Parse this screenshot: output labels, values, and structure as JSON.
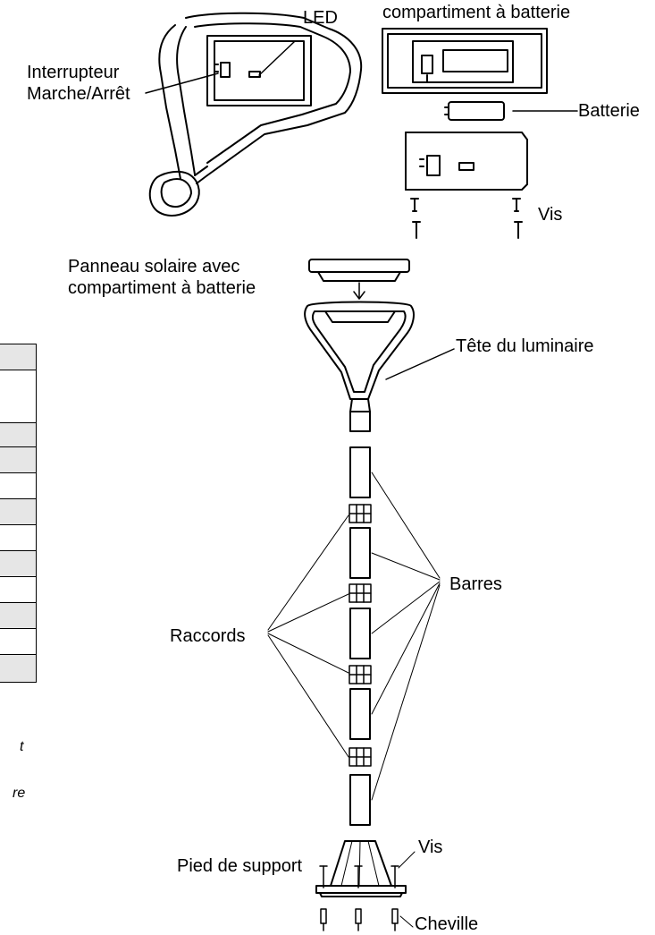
{
  "labels": {
    "led": "LED",
    "switch_line1": "Interrupteur",
    "switch_line2": "Marche/Arrêt",
    "battery_compartment": "compartiment à batterie",
    "battery": "Batterie",
    "screws_top": "Vis",
    "solar_line1": "Panneau solaire avec",
    "solar_line2": "compartiment à batterie",
    "lamp_head": "Tête du luminaire",
    "bars": "Barres",
    "connectors": "Raccords",
    "base": "Pied de support",
    "screws_bottom": "Vis",
    "anchor": "Cheville"
  },
  "left_fragments": {
    "line1": "t",
    "line2": "re"
  }
}
